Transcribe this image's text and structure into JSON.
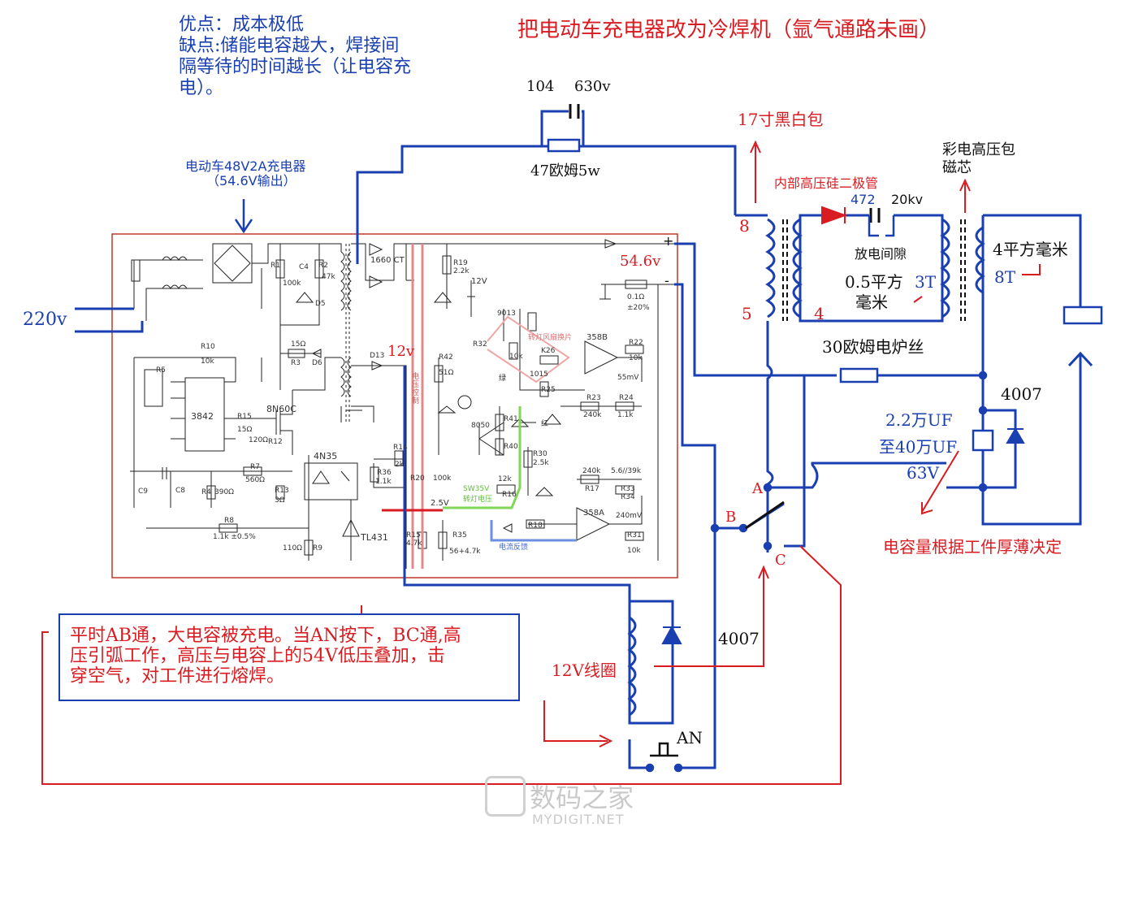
{
  "title": "把电动车充电器改为冷焊机（氩气通路未画）",
  "pros_cons": {
    "pros": "优点：成本极低",
    "cons_line1": "缺点:储能电容越大，焊接间",
    "cons_line2": "隔等待的时间越长（让电容充",
    "cons_line3": "电）。"
  },
  "labels": {
    "charger_l1": "电动车48V2A充电器",
    "charger_l2": "（54.6V输出）",
    "input_220": "220v",
    "cap_104": "104",
    "cap_630v": "630v",
    "res_47": "47欧姆5w",
    "flyback_17": "17寸黑白包",
    "hv_diode": "内部高压硅二极管",
    "cap_472": "472",
    "cap_20kv": "20kv",
    "spark_gap": "放电间隙",
    "color_tv_l1": "彩电高压包",
    "color_tv_l2": "磁芯",
    "pin8": "8",
    "pin5": "5",
    "pin4": "4",
    "wire_05_l1": "0.5平方",
    "wire_05_l2": "毫米",
    "turns_3t": "3T",
    "wire_4sq": "4平方毫米",
    "turns_8t": "8T",
    "out_546": "54.6v",
    "plus": "+",
    "minus": "-",
    "v12": "12v",
    "stove_wire": "30欧姆电炉丝",
    "d4007_top": "4007",
    "cap_l1": "2.2万UF",
    "cap_l2": "至40万UF",
    "cap_l3": "63V",
    "cap_note": "电容量根据工件厚薄决定",
    "sw_a": "A",
    "sw_b": "B",
    "sw_c": "C",
    "d4007_bot": "4007",
    "coil_12v": "12V线圈",
    "button_an": "AN",
    "note_l1": "平时AB通，大电容被充电。当AN按下，BC通,高",
    "note_l2": "压引弧工作，高压与电容上的54V低压叠加，击",
    "note_l3": "穿空气，对工件进行熔焊。"
  },
  "charger_parts": {
    "ic_3842": "3842",
    "mos": "8N60C",
    "opto": "4N35",
    "ref": "TL431",
    "ct": "1660 CT",
    "r10": "R10",
    "r10v": "10k",
    "r5": "R5",
    "r1": "R1",
    "c4": "C4",
    "r2": "R2",
    "r2v": "47k",
    "c100k": "100k",
    "d5": "D5",
    "r3": "R3",
    "r15": "15Ω",
    "d6": "D6",
    "d13": "D13",
    "r19": "R19",
    "r19v": "2.2k",
    "v12b": "12V",
    "q9013": "9013",
    "r42": "R42",
    "r42v": "51Ω",
    "r32": "R32",
    "r10k": "10k",
    "r26": "K26",
    "q1015": "1015",
    "r25": "R25",
    "op358b": "358B",
    "r22": "R22",
    "r22v": "10k",
    "mv55": "55mV",
    "r23": "R23",
    "r23v": "240k",
    "r24": "R24",
    "r24v": "1.1k",
    "q8050": "8050",
    "r41": "R41",
    "r40": "R40",
    "r30": "R30",
    "r30v": "2.5k",
    "r14": "R14",
    "r14v": "2k",
    "r36": "R36",
    "r36v": "1.1k",
    "r20": "R20",
    "r20v": "100k",
    "v25": "2.5V",
    "r12k": "12k",
    "r16": "R16",
    "r17v": "240k",
    "r17": "R17",
    "r33v": "5.6//39k",
    "r33": "R33",
    "r34": "R34",
    "op358a": "358A",
    "mv240": "240mV",
    "r18": "R18",
    "r31": "R31",
    "r31v": "10k",
    "r15b": "R15",
    "r15bv": "4.7k",
    "r35": "R35",
    "r35v": "56+4.7k",
    "r7": "R7",
    "r7v": "560Ω",
    "r4": "R4",
    "r4v": "390Ω",
    "r13": "R13",
    "r13v": "3Ω",
    "r8": "R8",
    "r8v": "1.1k ±0.5%",
    "r9": "R9",
    "r9v": "110Ω",
    "c9": "C9",
    "c8": "C8",
    "r12": "R12",
    "r120": "120Ω",
    "r15c": "R15",
    "r15cv": "15Ω",
    "shunt": "0.1Ω",
    "shunt_tol": "±20%",
    "fan_label": "转灯风扇换片",
    "green_label": "绿",
    "red_label": "红",
    "voltage_ctrl": "电压控制",
    "current_fb": "电流反馈",
    "sw_label1": "SW35V",
    "sw_label2": "转灯电压"
  },
  "watermark": {
    "cn": "数码之家",
    "en": "MYDIGIT.NET"
  },
  "colors": {
    "blue_wire": "#1a3fb0",
    "red_text": "#d81c22",
    "dark_red_line": "#c0392b",
    "black": "#111111"
  }
}
